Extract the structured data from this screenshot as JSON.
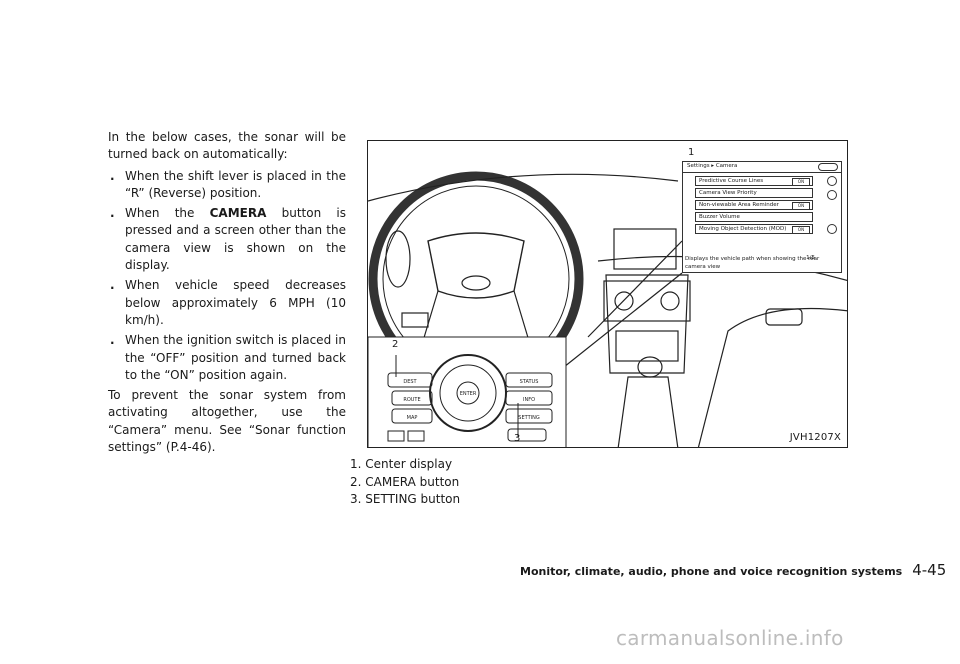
{
  "body": {
    "intro": "In the below cases, the sonar will be turned back on automatically:",
    "bullets": [
      {
        "text": "When the shift lever is placed in the “R” (Reverse) position."
      },
      {
        "pre": "When the ",
        "bold": "CAMERA",
        "post": " button is pressed and a screen other than the camera view is shown on the display."
      },
      {
        "text": "When vehicle speed decreases below approximately 6 MPH (10 km/h)."
      },
      {
        "text": "When the ignition switch is placed in the “OFF” position and turned back to the “ON” position again."
      }
    ],
    "closing": "To prevent the sonar system from activating altogether, use the “Camera” menu. See “Sonar function settings” (P.4-46)."
  },
  "figure": {
    "code": "JVH1207X",
    "callouts": [
      "1",
      "2",
      "3"
    ],
    "screen": {
      "header": "Settings ▸ Camera",
      "rows": [
        "Predictive Course Lines",
        "Camera View Priority",
        "Non-viewable Area Reminder",
        "Buzzer Volume",
        "Moving Object Detection (MOD)"
      ],
      "toggle_label": "ON",
      "footer": "Displays the vehicle path when showing the rear camera view",
      "page": "1/5"
    },
    "controller": {
      "buttons": [
        "DEST",
        "ROUTE",
        "MAP",
        "STATUS",
        "INFO",
        "SETTING",
        "ENTER"
      ]
    }
  },
  "captions": [
    "1.  Center display",
    "2.  CAMERA button",
    "3.  SETTING button"
  ],
  "footer": {
    "section": "Monitor, climate, audio, phone and voice recognition systems",
    "page": "4-45"
  },
  "watermark": "carmanualsonline.info"
}
